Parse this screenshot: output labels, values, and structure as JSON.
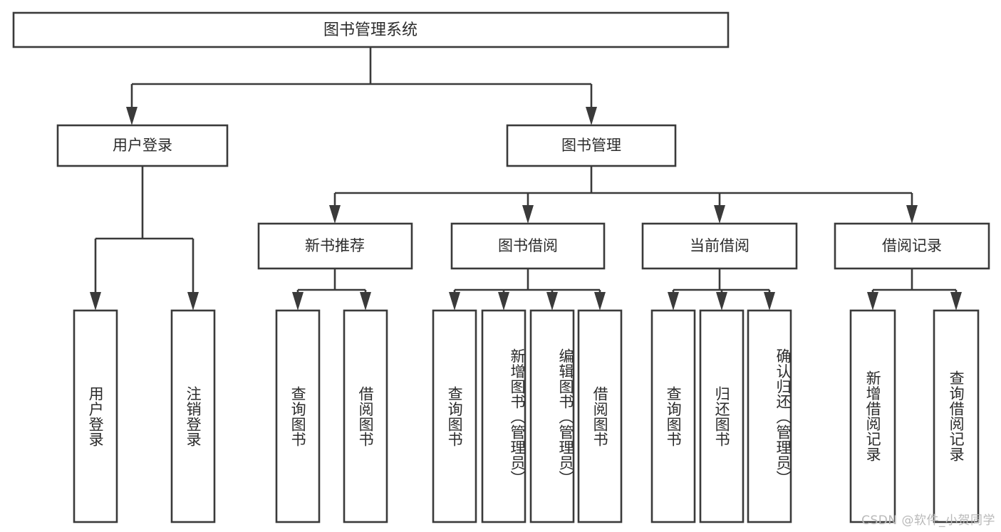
{
  "diagram": {
    "type": "tree-hierarchy-chart",
    "title": "图书管理系统",
    "orientation": "top-down",
    "line_color": "#3a3a3a",
    "box_fill": "#ffffff",
    "text_color": "#2b2b2b",
    "levels": {
      "root": {
        "label": "图书管理系统"
      },
      "level2": [
        {
          "id": "user-login",
          "label": "用户登录"
        },
        {
          "id": "book-management",
          "label": "图书管理"
        }
      ],
      "level3": [
        {
          "id": "new-book-recommend",
          "label": "新书推荐",
          "parent": "book-management"
        },
        {
          "id": "book-borrow",
          "label": "图书借阅",
          "parent": "book-management"
        },
        {
          "id": "current-borrow",
          "label": "当前借阅",
          "parent": "book-management"
        },
        {
          "id": "borrow-record",
          "label": "借阅记录",
          "parent": "book-management"
        }
      ],
      "leaves": [
        {
          "id": "leaf-user-login",
          "label": "用户登录",
          "parent": "user-login"
        },
        {
          "id": "leaf-user-logout",
          "label": "注销登录",
          "parent": "user-login"
        },
        {
          "id": "leaf-query-book-1",
          "label": "查询图书",
          "parent": "new-book-recommend"
        },
        {
          "id": "leaf-borrow-book-1",
          "label": "借阅图书",
          "parent": "new-book-recommend"
        },
        {
          "id": "leaf-query-book-2",
          "label": "查询图书",
          "parent": "book-borrow"
        },
        {
          "id": "leaf-add-book",
          "label": "新增图书（管理员）",
          "parent": "book-borrow"
        },
        {
          "id": "leaf-edit-book",
          "label": "编辑图书（管理员）",
          "parent": "book-borrow"
        },
        {
          "id": "leaf-borrow-book-2",
          "label": "借阅图书",
          "parent": "book-borrow"
        },
        {
          "id": "leaf-query-book-3",
          "label": "查询图书",
          "parent": "current-borrow"
        },
        {
          "id": "leaf-return-book",
          "label": "归还图书",
          "parent": "current-borrow"
        },
        {
          "id": "leaf-confirm-return",
          "label": "确认归还（管理员）",
          "parent": "current-borrow"
        },
        {
          "id": "leaf-add-record",
          "label": "新增借阅记录",
          "parent": "borrow-record"
        },
        {
          "id": "leaf-query-record",
          "label": "查询借阅记录",
          "parent": "borrow-record"
        }
      ]
    }
  },
  "watermark": {
    "text": "CSDN @软件_小贺同学"
  }
}
